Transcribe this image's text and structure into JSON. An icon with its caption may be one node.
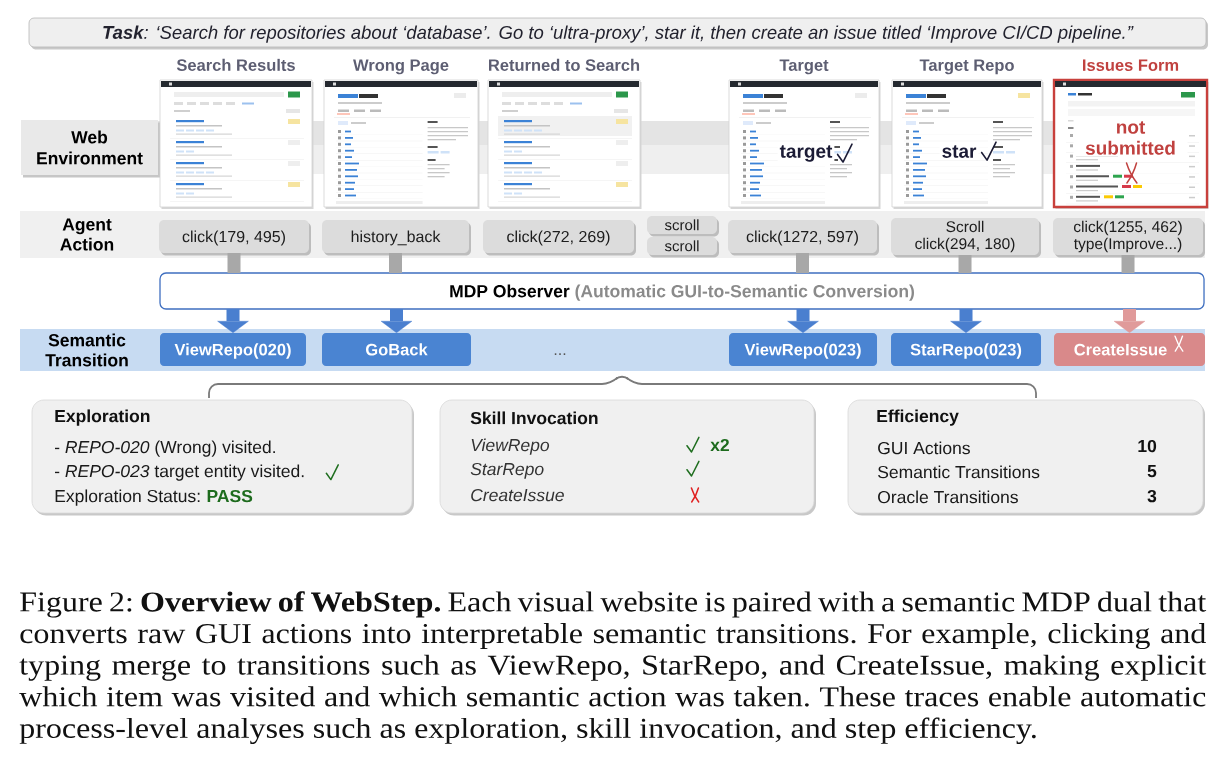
{
  "diagram": {
    "nodes": [
      {
        "text": [
          "**Task**: ‘Search for repositories about ‘database’. Go to ‘ultra-proxy’, star it, then create an issue titled ‘Improve CI/CD pipeline.”"
        ]
      },
      {
        "text": [
          "Web Environment"
        ]
      },
      {
        "text": [
          "Search Results"
        ]
      },
      {
        "text": [
          "Wrong Page"
        ]
      },
      {
        "text": [
          "Returned to Search"
        ]
      },
      {
        "text": [
          "Target",
          "target"
        ]
      },
      {
        "text": [
          "Target Repo",
          "star"
        ]
      },
      {
        "text": [
          "Issues Form",
          "not submitted"
        ]
      },
      {
        "text": [
          "Agent Action"
        ]
      },
      {
        "text": [
          "click(179, 495)"
        ],
        "in": 8
      },
      {
        "text": [
          "history_back"
        ],
        "in": 8
      },
      {
        "text": [
          "click(272, 269)"
        ],
        "in": 8
      },
      {
        "text": [
          "scroll"
        ],
        "in": 8
      },
      {
        "text": [
          "scroll"
        ],
        "in": 8
      },
      {
        "text": [
          "click(1272, 597)"
        ],
        "in": 8
      },
      {
        "text": [
          "Scroll",
          "click(294, 180)"
        ],
        "in": 8
      },
      {
        "text": [
          "click(1255, 462)",
          "type(Improve...)"
        ],
        "in": 8
      },
      {
        "text": [
          "MDP Observer",
          "(Automatic GUI-to-Semantic Conversion)"
        ]
      },
      {
        "text": [
          "Semantic Transition",
          "..."
        ]
      },
      {
        "text": [
          "ViewRepo(020)"
        ],
        "in": 18
      },
      {
        "text": [
          "GoBack"
        ],
        "in": 18
      },
      {
        "text": [
          "ViewRepo(023)"
        ],
        "in": 18
      },
      {
        "text": [
          "StarRepo(023)"
        ],
        "in": 18
      },
      {
        "text": [
          "CreateIssue"
        ],
        "in": 18
      },
      {
        "text": [
          "Exploration",
          "- *REPO-020* (Wrong) visited.",
          "- *REPO-023* target entity visited.",
          "Exploration Status:",
          "PASS"
        ]
      },
      {
        "text": [
          "Skill Invocation",
          "ViewRepo",
          "x2",
          "StarRepo",
          "CreateIssue"
        ]
      },
      {
        "text": [
          "Efficiency",
          "GUI Actions",
          "10",
          "Semantic Transitions",
          "5",
          "Oracle Transitions",
          "3"
        ]
      }
    ],
    "edges": [
      {
        "from": 9,
        "to": 17,
        "arrow": "none"
      },
      {
        "from": 10,
        "to": 17,
        "arrow": "none"
      },
      {
        "from": 14,
        "to": 17,
        "arrow": "none"
      },
      {
        "from": 15,
        "to": 17,
        "arrow": "none"
      },
      {
        "from": 16,
        "to": 17,
        "arrow": "none"
      },
      {
        "from": 17,
        "to": 19,
        "arrow": "to",
        "color": "#4a7fcf"
      },
      {
        "from": 17,
        "to": 20,
        "arrow": "to",
        "color": "#4a7fcf"
      },
      {
        "from": 17,
        "to": 21,
        "arrow": "to",
        "color": "#4a7fcf"
      },
      {
        "from": 17,
        "to": 22,
        "arrow": "to",
        "color": "#4a7fcf"
      },
      {
        "from": 17,
        "to": 23,
        "arrow": "to",
        "color": "#e09a9a"
      }
    ],
    "caption": "Figure 2: **Overview of WebStep.** Each visual website is paired with a semantic MDP dual that converts raw GUI actions into interpretable semantic transitions. For example, clicking and typing merge to transitions such as ViewRepo, StarRepo, and CreateIssue, making explicit which item was visited and which semantic action was taken. These traces enable automatic process-level analyses such as exploration, skill invocation, and step efficiency."
  }
}
